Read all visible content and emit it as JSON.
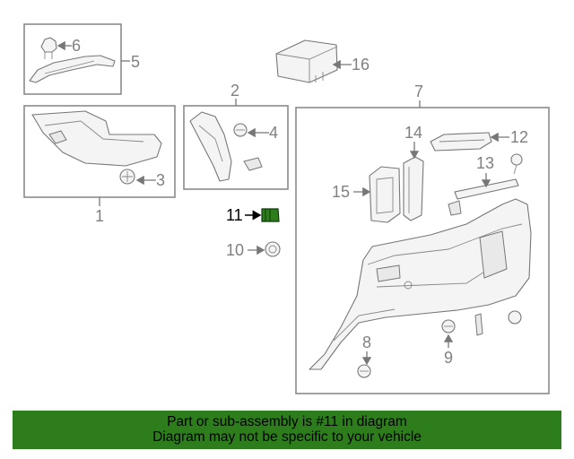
{
  "callouts": {
    "c1": "1",
    "c2": "2",
    "c3": "3",
    "c4": "4",
    "c5": "5",
    "c6": "6",
    "c7": "7",
    "c8": "8",
    "c9": "9",
    "c10": "10",
    "c11": "11",
    "c12": "12",
    "c13": "13",
    "c14": "14",
    "c15": "15",
    "c16": "16"
  },
  "highlight": {
    "callout": "11",
    "color": "#2d7d1d"
  },
  "colors": {
    "line": "#777777",
    "banner": "#2d7d1d"
  },
  "footer": {
    "line1": "Part or sub-assembly is #11 in diagram",
    "line2": "Diagram may not be specific to your vehicle"
  }
}
